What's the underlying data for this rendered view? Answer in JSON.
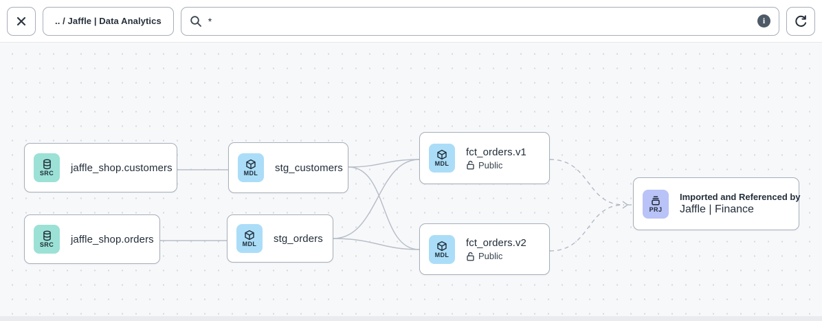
{
  "toolbar": {
    "close_glyph": "✕",
    "breadcrumb": ".. / Jaffle | Data Analytics",
    "search": {
      "value": "*"
    },
    "info_glyph": "i"
  },
  "nodes": [
    {
      "badge": "SRC",
      "title": "jaffle_shop.customers"
    },
    {
      "badge": "SRC",
      "title": "jaffle_shop.orders"
    },
    {
      "badge": "MDL",
      "title": "stg_customers"
    },
    {
      "badge": "MDL",
      "title": "stg_orders"
    },
    {
      "badge": "MDL",
      "title": "fct_orders.v1",
      "access": "Public"
    },
    {
      "badge": "MDL",
      "title": "fct_orders.v2",
      "access": "Public"
    },
    {
      "badge": "PRJ",
      "subtitle": "Imported and Referenced by",
      "title": "Jaffle | Finance"
    }
  ],
  "colors": {
    "source_badge": "#9ce1d5",
    "model_badge": "#abddf8",
    "project_badge": "#b9c3f7",
    "edge": "#b8bec8",
    "canvas_bg": "#f7f8fa"
  }
}
